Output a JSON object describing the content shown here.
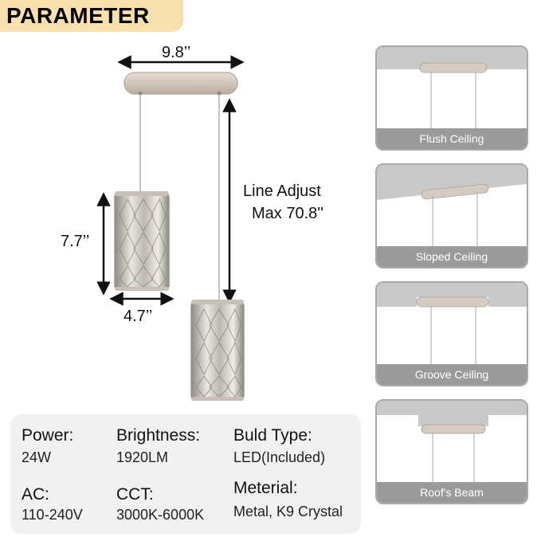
{
  "header": {
    "title": "PARAMETER",
    "badge_color": "#f8dfae"
  },
  "dimensions": {
    "canopy_width": "9.8’’",
    "shade_height": "7.7’’",
    "shade_width": "4.7’’",
    "line_adjust_line1": "Line Adjust",
    "line_adjust_line2": "Max 70.8''"
  },
  "ceiling_types": [
    {
      "label": "Flush Ceiling",
      "icon": "flush-ceiling-icon"
    },
    {
      "label": "Sloped Ceiling",
      "icon": "sloped-ceiling-icon"
    },
    {
      "label": "Groove Ceiling",
      "icon": "groove-ceiling-icon"
    },
    {
      "label": "Roof's Beam",
      "icon": "roof-beam-icon"
    }
  ],
  "specs": {
    "power": {
      "label": "Power:",
      "value": "24W"
    },
    "brightness": {
      "label": "Brightness:",
      "value": "1920LM"
    },
    "bulb_type": {
      "label": "Buld Type:",
      "value": "LED(Included)"
    },
    "ac": {
      "label": "AC:",
      "value": "110-240V"
    },
    "cct": {
      "label": "CCT:",
      "value": "3000K-6000K"
    },
    "material": {
      "label": "Meterial:",
      "value": "Metal, K9 Crystal"
    }
  },
  "colors": {
    "panel_label_bg": "#9a9a9a",
    "ceiling_gray": "#c9c9c9",
    "spec_bg": "#f1f1f1"
  }
}
